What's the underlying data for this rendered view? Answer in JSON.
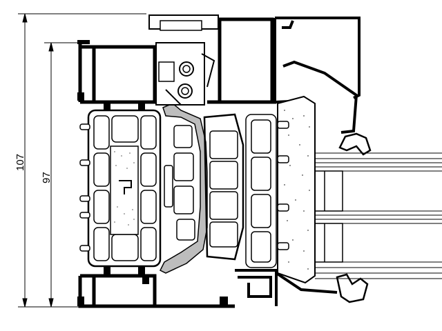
{
  "dimensions": {
    "outer_height_label": "107",
    "inner_height_label": "97"
  },
  "colors": {
    "metal": "#000000",
    "insulator": "#bdbdbd",
    "background": "#ffffff",
    "foam_fill": "#ffffff",
    "glass_lines": "#000000"
  },
  "structure": {
    "type": "window frame section detail",
    "glazing_lines": 6
  }
}
